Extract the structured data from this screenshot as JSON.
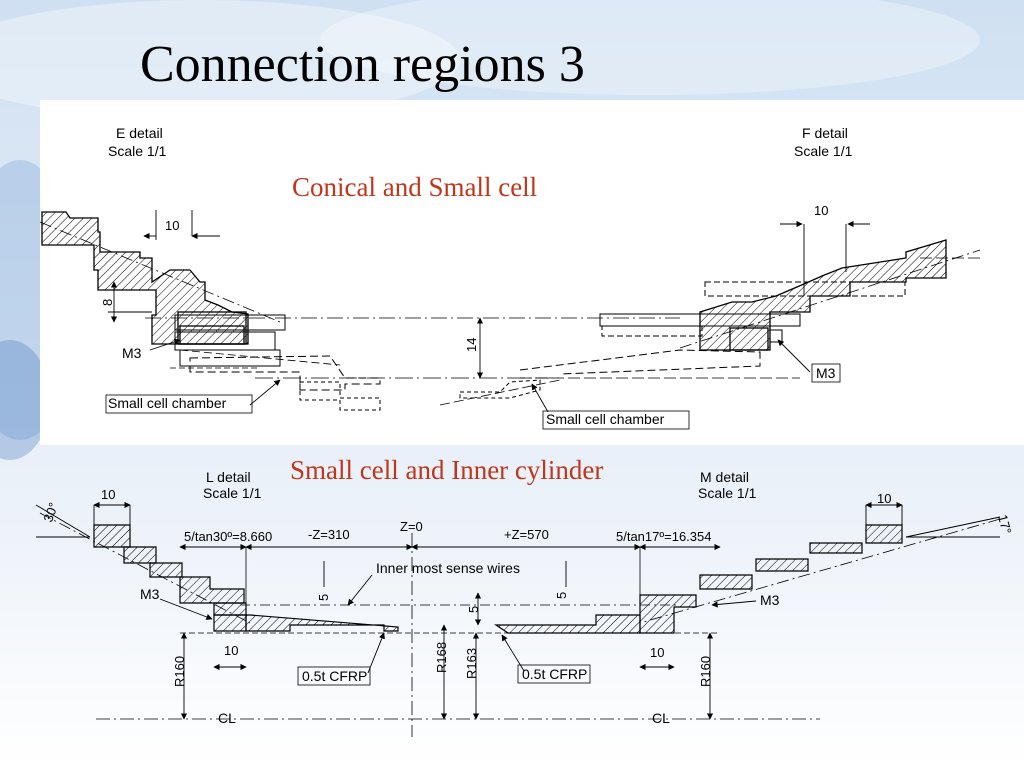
{
  "slide": {
    "title": "Connection regions 3"
  },
  "top_panel": {
    "caption": "Conical and Small cell",
    "left_detail": {
      "name": "E detail",
      "scale": "Scale 1/1"
    },
    "right_detail": {
      "name": "F detail",
      "scale": "Scale 1/1"
    },
    "dims": {
      "left_width": "10",
      "left_height": "8",
      "center_height": "14",
      "right_width": "10"
    },
    "labels": {
      "m3_left": "M3",
      "m3_right": "M3",
      "chamber_left": "Small cell chamber",
      "chamber_right": "Small cell chamber"
    }
  },
  "bottom_panel": {
    "caption": "Small cell and Inner cylinder",
    "left_detail": {
      "name": "L  detail",
      "scale": "Scale 1/1"
    },
    "right_detail": {
      "name": "M  detail",
      "scale": "Scale 1/1"
    },
    "dims": {
      "left_width": "10",
      "left_angle": "30°",
      "right_width": "10",
      "right_angle": "17°",
      "tan_left": "5/tan30º=8.660",
      "minus_z": "-Z=310",
      "z0": "Z=0",
      "plus_z": "+Z=570",
      "tan_right": "5/tan17º=16.354",
      "five_left": "5",
      "five_center": "5",
      "five_right": "5",
      "ten_left": "10",
      "ten_right": "10",
      "r160_left": "R160",
      "r168": "R168",
      "r163": "R163",
      "r160_right": "R160"
    },
    "labels": {
      "sense_wires": "Inner most sense wires",
      "m3_left": "M3",
      "m3_right": "M3",
      "cfrp_left": "0.5t CFRP",
      "cfrp_right": "0.5t CFRP",
      "cl_left": "CL",
      "cl_right": "CL"
    }
  },
  "colors": {
    "caption": "#c0361a",
    "background_top": "#cfe0f2",
    "ink": "#000000"
  }
}
